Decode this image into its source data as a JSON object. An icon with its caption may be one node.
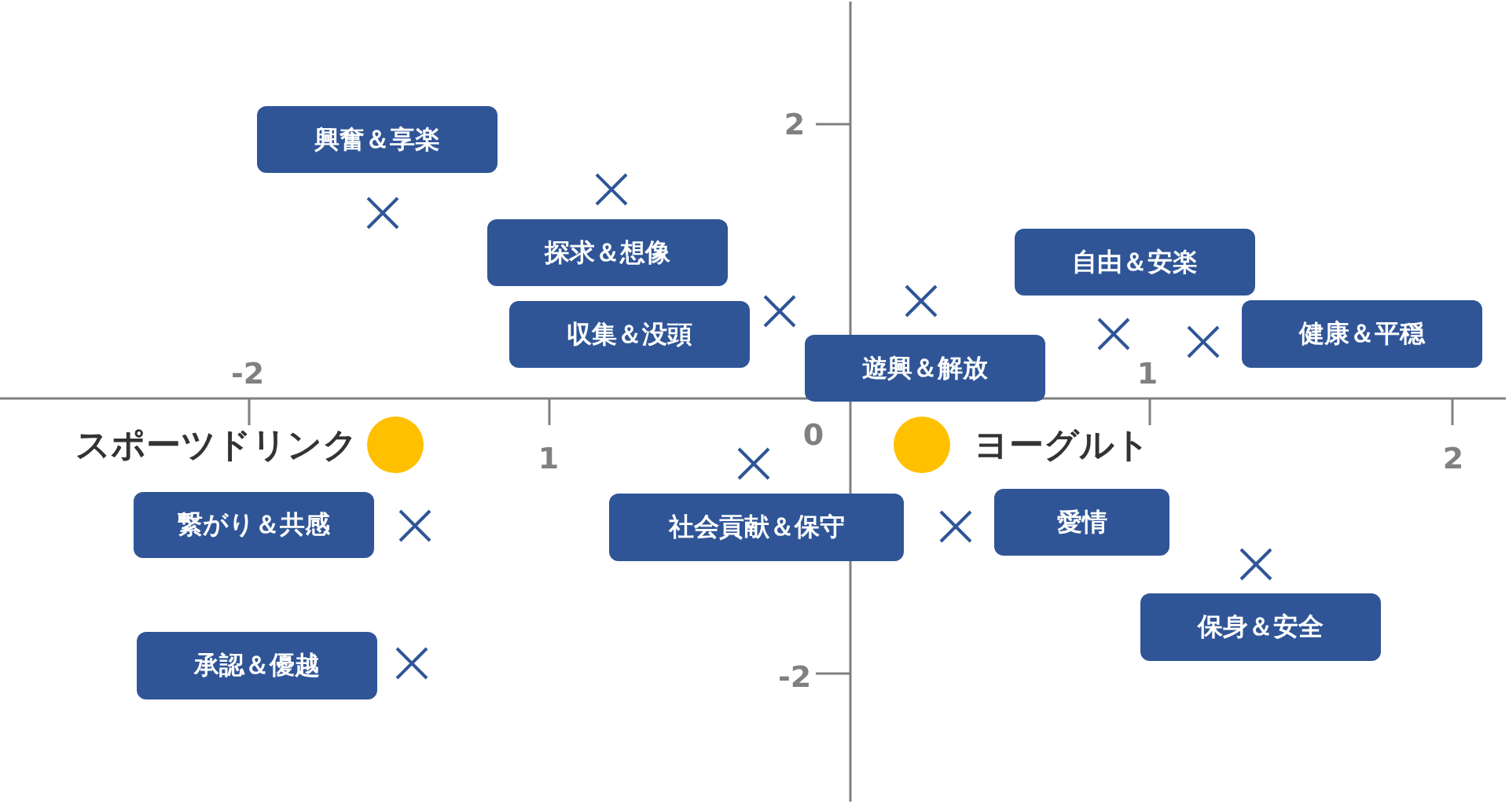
{
  "diagram": {
    "nodes": [
      {
        "text": [
          "興奮＆享楽"
        ]
      },
      {
        "text": [
          "探求＆想像"
        ]
      },
      {
        "text": [
          "自由＆安楽"
        ]
      },
      {
        "text": [
          "収集＆没頭"
        ]
      },
      {
        "text": [
          "健康＆平穏"
        ]
      },
      {
        "text": [
          "遊興＆解放"
        ]
      },
      {
        "text": [
          "繋がり＆共感"
        ]
      },
      {
        "text": [
          "社会貢献＆保守"
        ]
      },
      {
        "text": [
          "愛情"
        ]
      },
      {
        "text": [
          "保身＆安全"
        ]
      },
      {
        "text": [
          "承認＆優越"
        ]
      }
    ],
    "labels": [
      "2",
      "-2",
      "1",
      "スポーツドリンク",
      "0",
      "ヨーグルト",
      "1",
      "2",
      "-2"
    ]
  }
}
